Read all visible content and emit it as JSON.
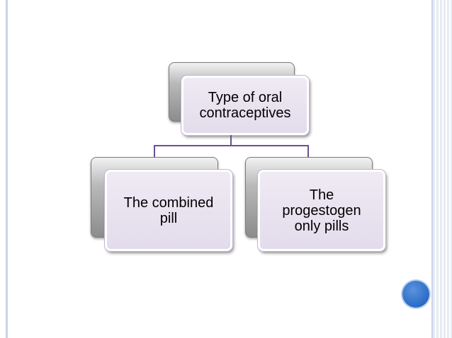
{
  "diagram": {
    "root": {
      "label_line1": "Type of oral",
      "label_line2": "contraceptives"
    },
    "children": [
      {
        "label_line1": "The combined",
        "label_line2": "pill"
      },
      {
        "label_line1": "The",
        "label_line2": "progestogen",
        "label_line3": "only pills"
      }
    ],
    "colors": {
      "node_fill": "#e3dcec",
      "connector": "#6b4f93",
      "accent_circle": "#2a6bc6"
    }
  }
}
